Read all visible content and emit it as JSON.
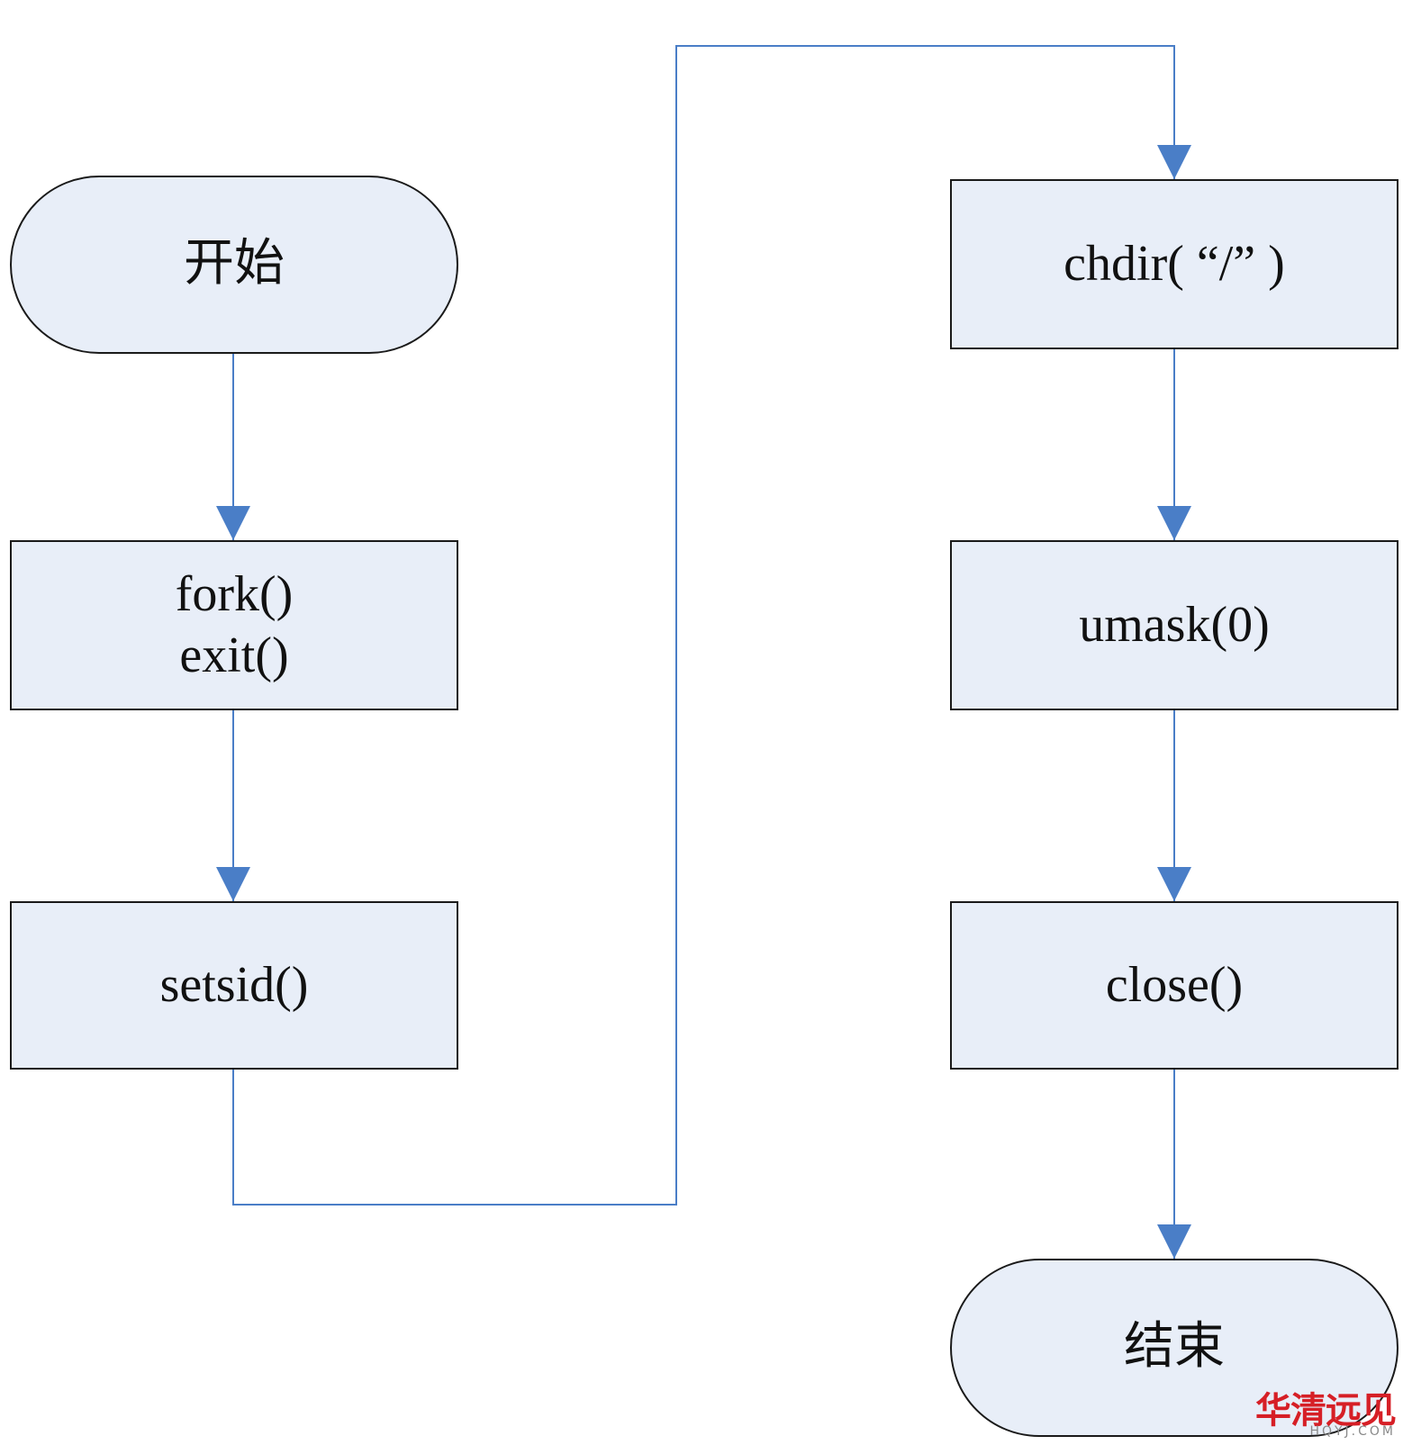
{
  "nodes": {
    "start": "开始",
    "fork": "fork()",
    "exit": "exit()",
    "setsid": "setsid()",
    "chdir": "chdir( “/” )",
    "umask": "umask(0)",
    "close": "close()",
    "end": "结束"
  },
  "watermark": {
    "brand": "华清远见",
    "domain": "HQYJ.COM"
  },
  "colors": {
    "box_fill": "#e8eef8",
    "box_border": "#1a1a1a",
    "edge": "#4a7ec7",
    "watermark": "#d61f26"
  }
}
